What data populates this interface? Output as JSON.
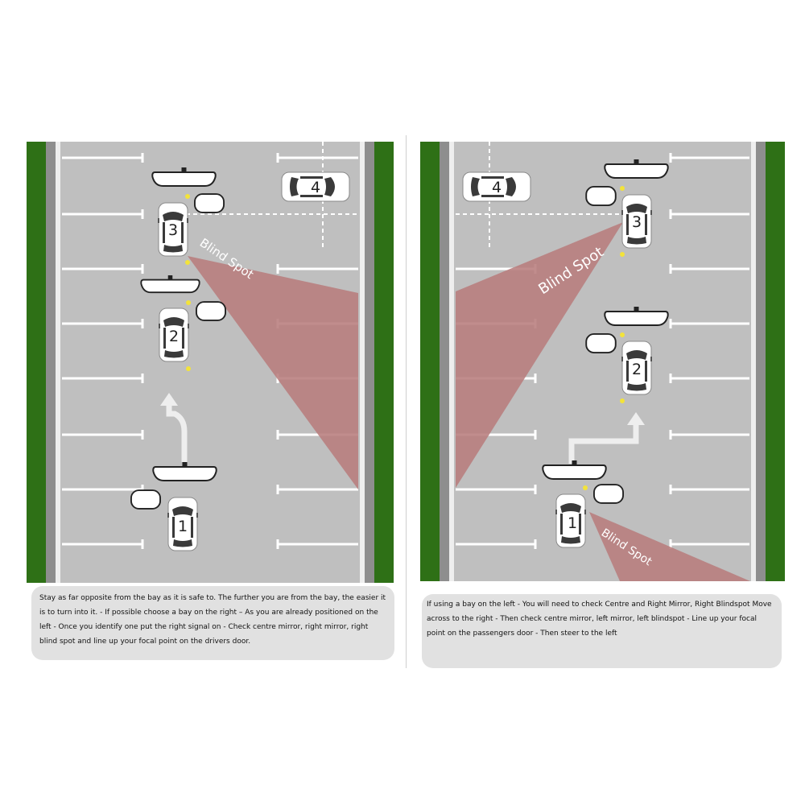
{
  "left_panel": {
    "cars": [
      "1",
      "2",
      "3",
      "4"
    ],
    "blind_spot_label": "Blind Spot",
    "caption": "Stay as far opposite from the bay as it is safe to. The further you are from the bay, the easier it is to turn into it. - If possible choose a bay on the right – As you are already positioned on the left - Once you identify one put the right signal on - Check centre mirror, right mirror, right blind spot and line up your focal point on the drivers door."
  },
  "right_panel": {
    "cars": [
      "1",
      "2",
      "3",
      "4"
    ],
    "blind_spot_label_large": "Blind Spot",
    "blind_spot_label_small": "Blind Spot",
    "caption": "If using a bay on the left - You will need to check Centre and Right Mirror, Right Blindspot Move across to the right - Then check centre mirror, left mirror, left blindspot - Line up your focal point on the passengers door - Then steer to the left"
  },
  "colors": {
    "grass": "#2e7016",
    "kerb": "#8e8e8e",
    "road": "#bfbfbf",
    "blind_spot": "#b87d7d",
    "caption_bg": "#e1e1e1"
  }
}
